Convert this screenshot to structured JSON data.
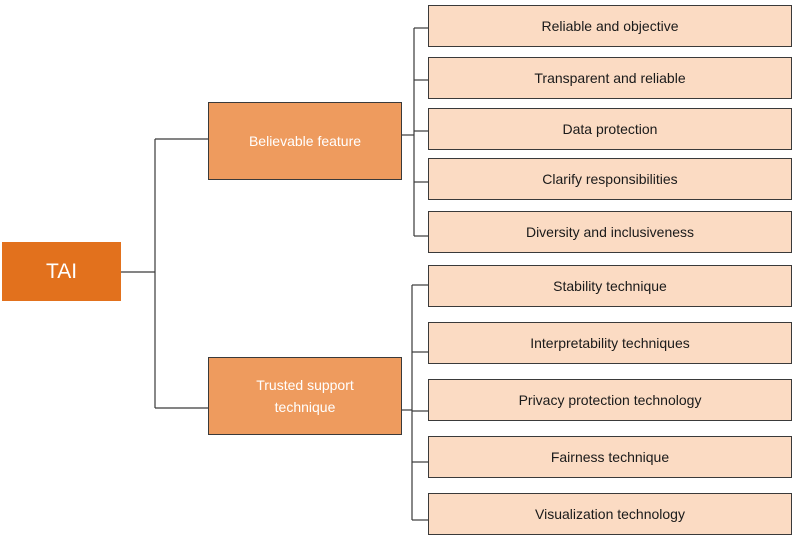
{
  "colors": {
    "root_fill": "#e2711d",
    "branch_fill": "#ee9b5e",
    "leaf_fill": "#fbdbc3",
    "line": "#3a3a3a"
  },
  "root": {
    "label": "TAI"
  },
  "branches": [
    {
      "label": "Believable feature",
      "leaves": [
        "Reliable and objective",
        "Transparent and reliable",
        "Data protection",
        "Clarify responsibilities",
        "Diversity and inclusiveness"
      ]
    },
    {
      "label": "Trusted support technique",
      "leaves": [
        "Stability technique",
        "Interpretability techniques",
        "Privacy protection technology",
        "Fairness technique",
        "Visualization technology"
      ]
    }
  ]
}
